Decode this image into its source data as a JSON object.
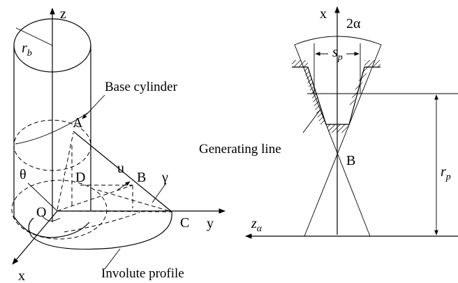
{
  "left": {
    "axis_z": "z",
    "axis_x": "x",
    "axis_y": "y",
    "r_main": "r",
    "r_sub": "b",
    "base_cylinder": "Base cylinder",
    "point_A": "A",
    "point_B": "B",
    "point_C": "C",
    "point_D": "D",
    "point_O": "O",
    "u": "u",
    "theta": "θ",
    "gamma": "γ",
    "involute_profile": "Involute profile"
  },
  "right": {
    "axis_x": "x",
    "two_alpha": "2α",
    "s_main": "s",
    "s_sub": "p",
    "generating_line": "Generating line",
    "point_B": "B",
    "r_main": "r",
    "r_sub": "p",
    "z_main": "z",
    "z_sub": "α"
  }
}
